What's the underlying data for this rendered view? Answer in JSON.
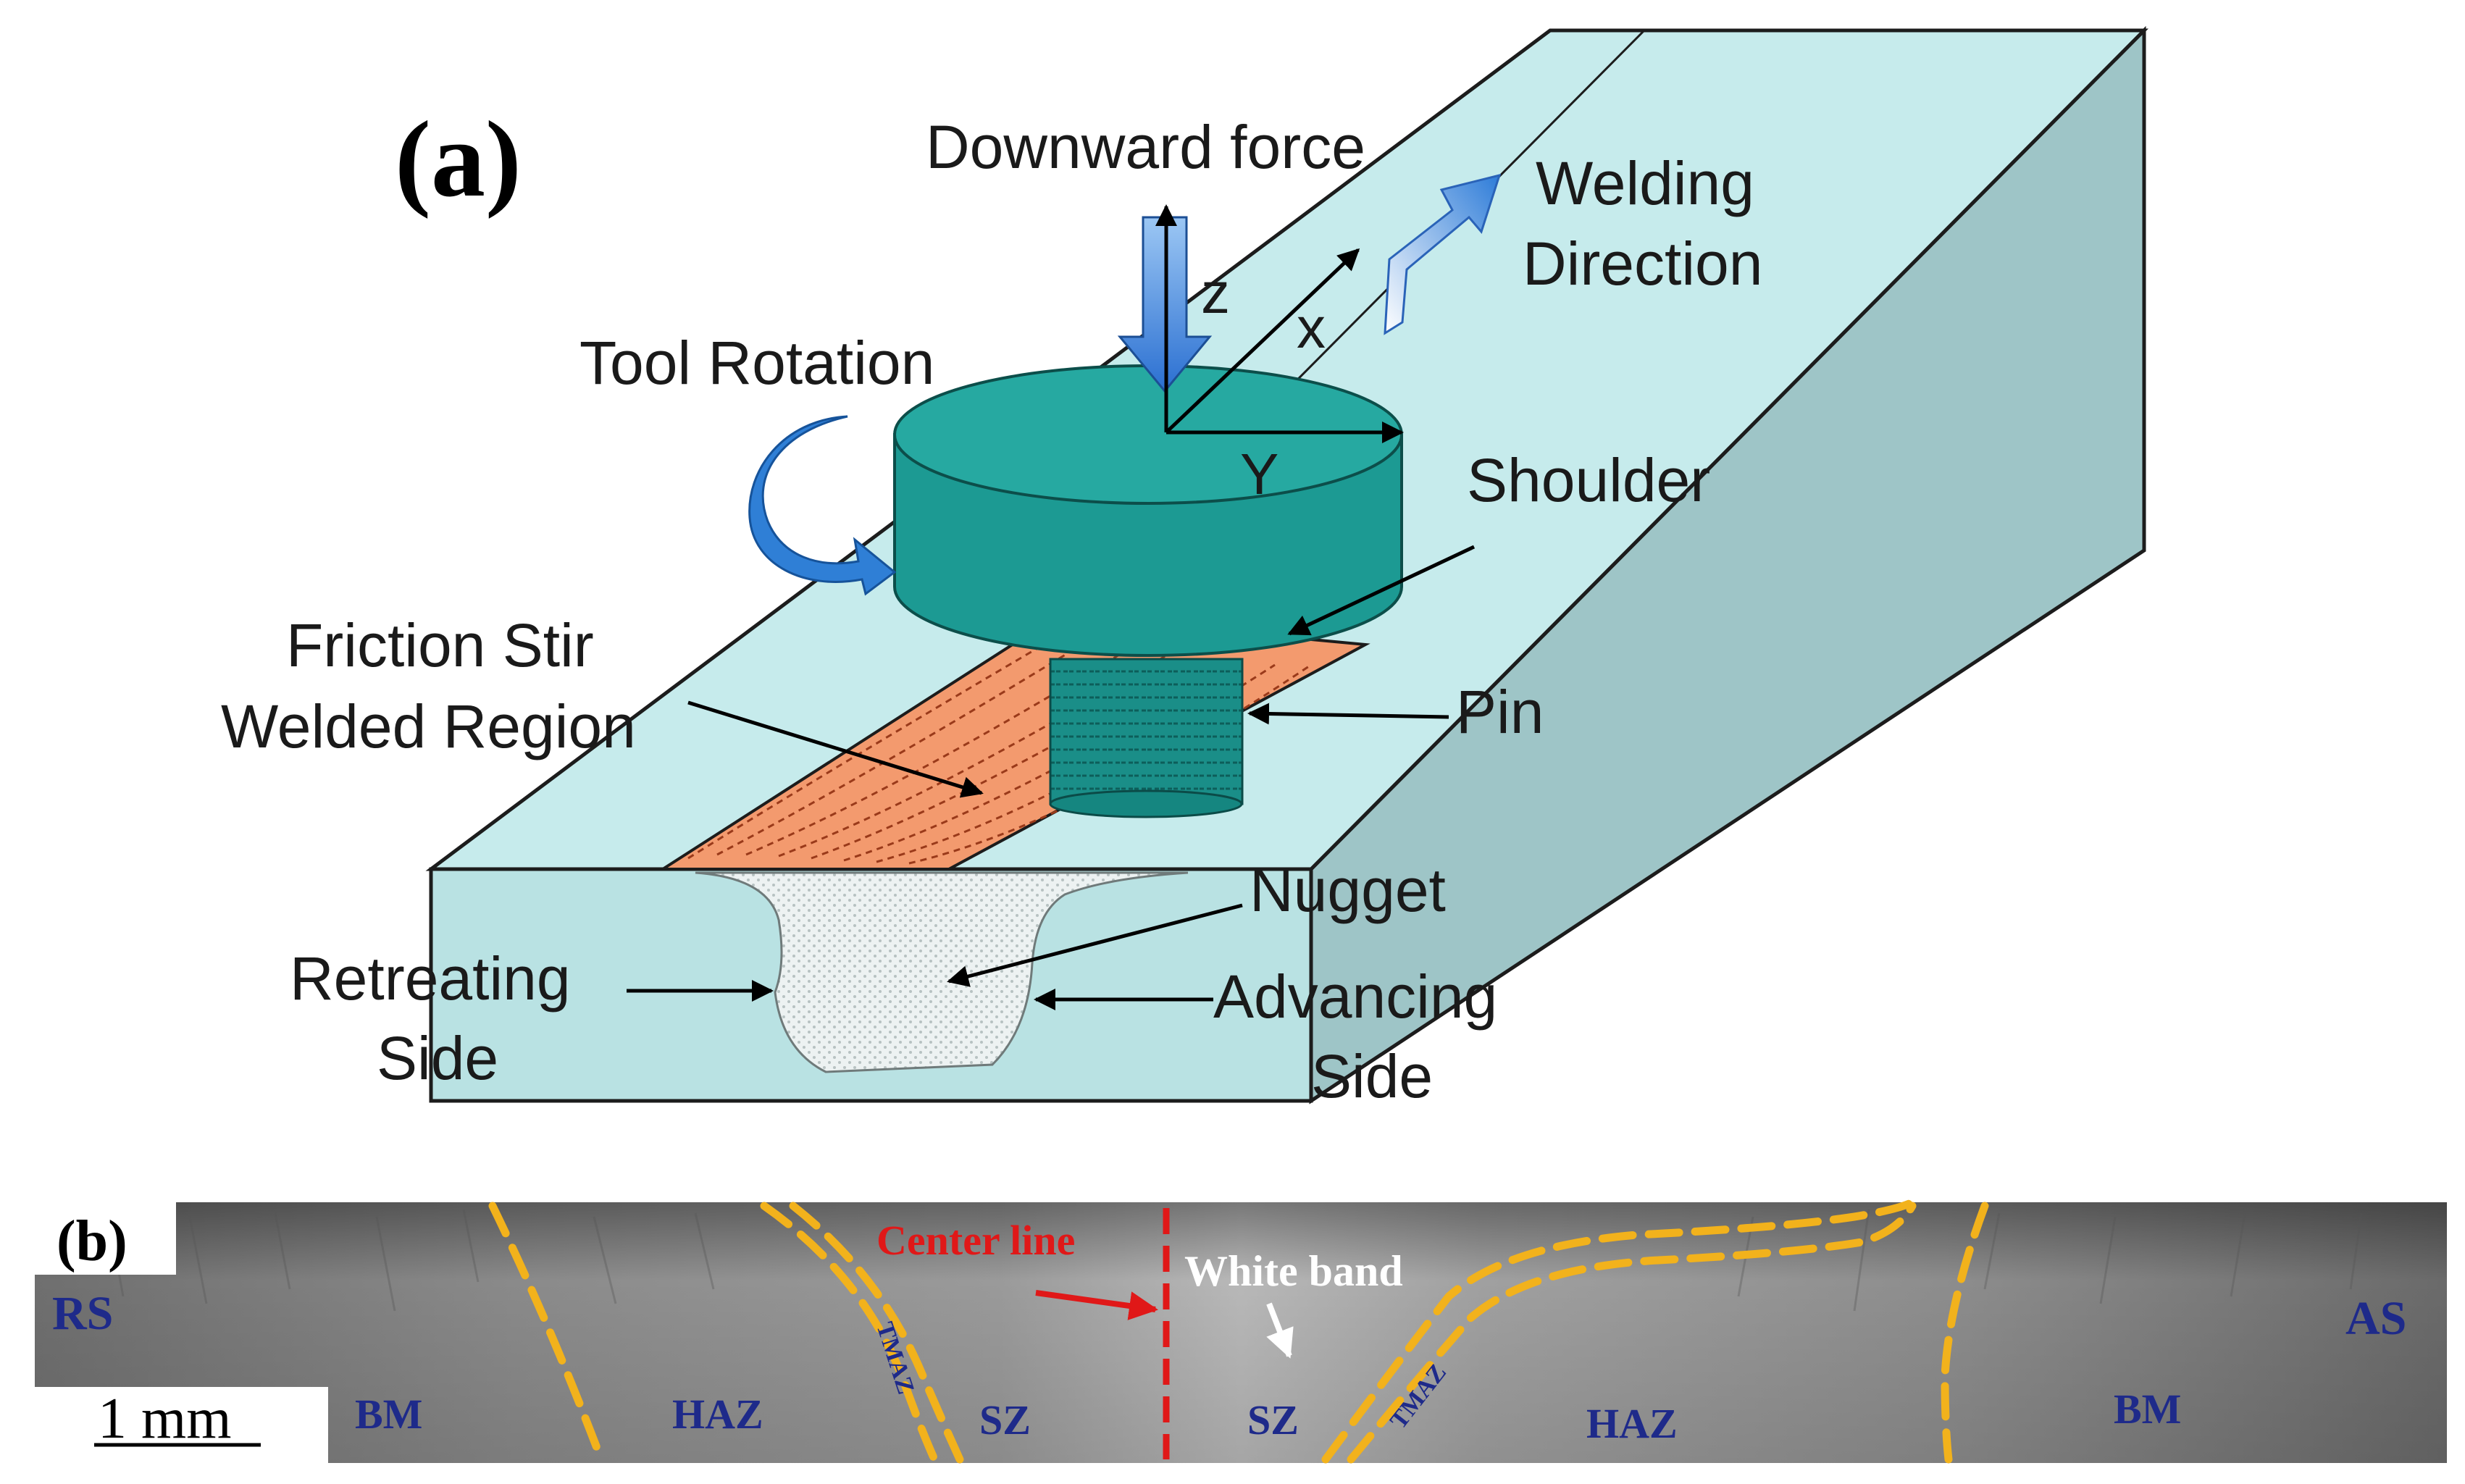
{
  "panel_a": {
    "label": "(a)",
    "labels": {
      "downward_force": "Downward force",
      "welding_direction_line1": "Welding",
      "welding_direction_line2": "Direction",
      "tool_rotation": "Tool Rotation",
      "axis_z": "z",
      "axis_x": "x",
      "axis_y": "Y",
      "shoulder": "Shoulder",
      "fsw_region_line1": "Friction Stir",
      "fsw_region_line2": "Welded Region",
      "pin": "Pin",
      "nugget": "Nugget",
      "retreating_line1": "Retreating",
      "retreating_line2": "Side",
      "advancing_line1": "Advancing",
      "advancing_line2": "Side"
    }
  },
  "panel_b": {
    "label": "(b)",
    "labels": {
      "center_line": "Center line",
      "white_band": "White band",
      "rs": "RS",
      "as": "AS",
      "scale_bar": "1 mm",
      "bm_left": "BM",
      "haz_left": "HAZ",
      "tmaz_left": "TMAZ",
      "sz_left": "SZ",
      "sz_right": "SZ",
      "tmaz_right": "TMAZ",
      "haz_right": "HAZ",
      "bm_right": "BM"
    }
  },
  "colors": {
    "plate_top": "#c6ebec",
    "plate_side": "#9ec5c7",
    "plate_front": "#b9e2e3",
    "tool": "#1c9a93",
    "weld_region": "#f39a6e",
    "nugget": "#e9efef",
    "rotation_arrow": "#2f7fd6",
    "zone_boundary": "#f2b21c",
    "center_line": "#e01818",
    "zone_label": "#1e2a8a"
  }
}
